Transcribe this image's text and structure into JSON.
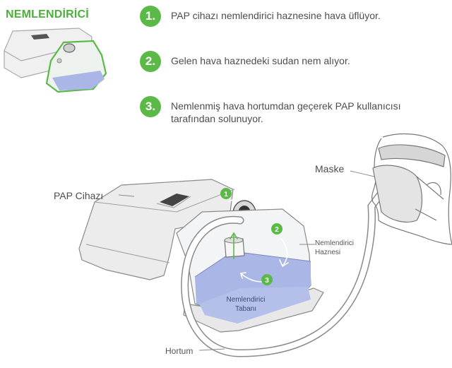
{
  "header": {
    "title": "NEMLENDİRİCİ"
  },
  "steps": [
    {
      "number": "1.",
      "text": "PAP cihazı nemlendirici haznesine hava üflüyor."
    },
    {
      "number": "2.",
      "text": "Gelen hava haznedeki sudan nem alıyor."
    },
    {
      "number": "3.",
      "text": "Nemlenmiş hava hortumdan geçerek PAP kullanıcısı tarafından solunuyor."
    }
  ],
  "labels": {
    "pap_device": "PAP Cihazı",
    "mask": "Maske",
    "chamber": "Nemlendirici Haznesi",
    "chamber_base": "Nemlendirici Tabanı",
    "hose": "Hortum"
  },
  "markers": [
    "1",
    "2",
    "3"
  ],
  "colors": {
    "accent": "#5bb947",
    "water": "#a9b6e6",
    "outline": "#8a8a8a"
  }
}
